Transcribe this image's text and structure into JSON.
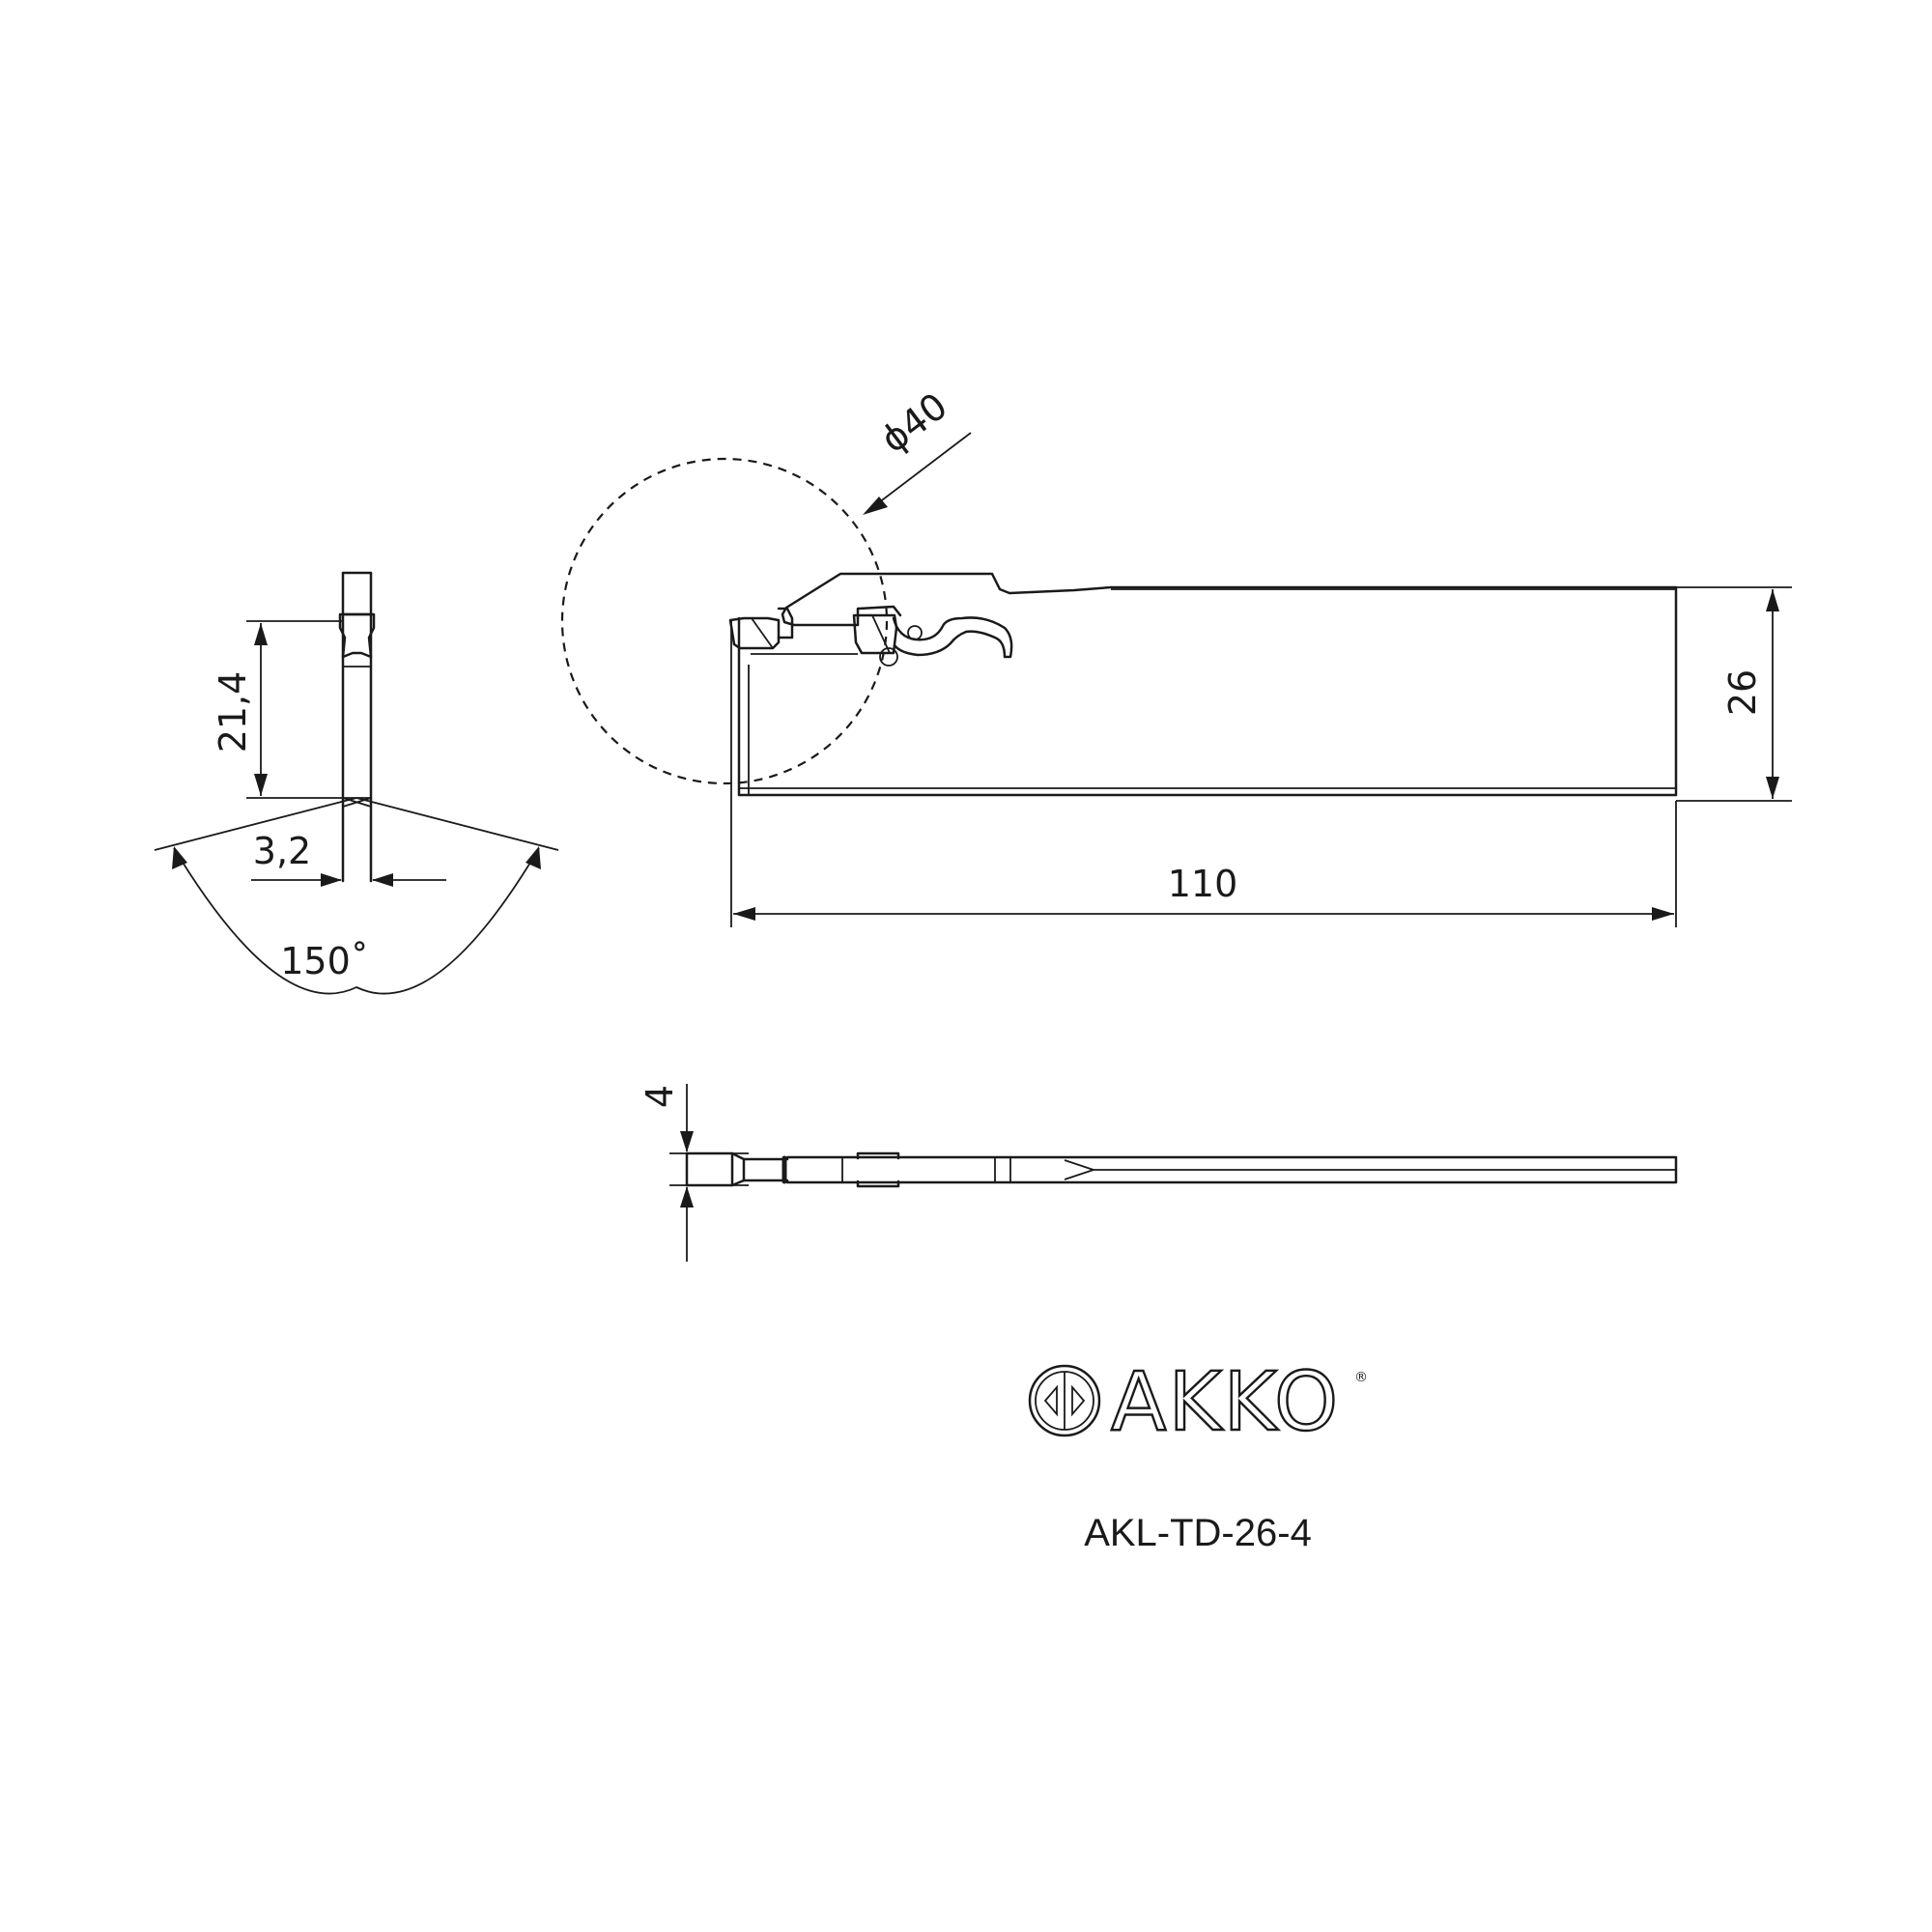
{
  "drawing": {
    "dimensions": {
      "tip_height": "21,4",
      "insert_width": "3,2",
      "angle": "150˚",
      "diameter": "ϕ40",
      "blade_height": "26",
      "blade_length": "110",
      "blade_thickness": "4"
    }
  },
  "brand": {
    "logo_text": "AKKO",
    "registered_mark": "®"
  },
  "model": {
    "code": "AKL-TD-26-4"
  }
}
